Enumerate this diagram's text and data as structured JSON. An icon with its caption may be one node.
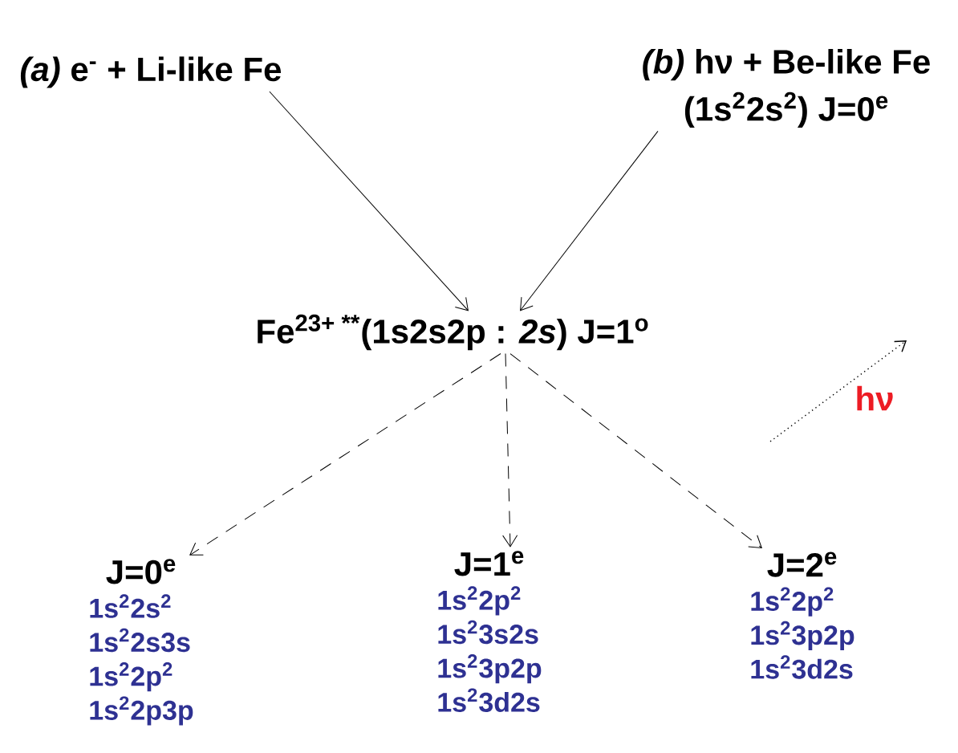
{
  "diagram": {
    "nodes": [
      {
        "text": [
          "*(a)* e$^{-}$ + Li-like Fe"
        ]
      },
      {
        "text": [
          "*(b)* hν +    Be-like Fe",
          "(1s$^{2}$2s$^{2}$) J=0$^{e}$"
        ]
      },
      {
        "text": [
          "Fe$^{23+ **}$(1s2s2p :   *2s*)  J=1$^{o}$"
        ]
      },
      {
        "text": [
          "J=0$^{e}$",
          "1s$^{2}$2s$^{2}$",
          "1s$^{2}$2s3s",
          "1s$^{2}$2p$^{2}$",
          "1s$^{2}$2p3p"
        ]
      },
      {
        "text": [
          "J=1$^{e}$",
          "1s$^{2}$2p$^{2}$",
          "1s$^{2}$3s2s",
          "1s$^{2}$3p2p",
          "1s$^{2}$3d2s"
        ]
      },
      {
        "text": [
          "J=2$^{e}$",
          "1s$^{2}$2p$^{2}$",
          "1s$^{2}$3p2p",
          "1s$^{2}$3d2s"
        ]
      }
    ],
    "edges": [
      {
        "from": 0,
        "to": 2,
        "arrow": "to"
      },
      {
        "from": 1,
        "to": 2,
        "arrow": "to"
      },
      {
        "from": 2,
        "to": 3,
        "arrow": "to",
        "style": "dashed"
      },
      {
        "from": 2,
        "to": 4,
        "arrow": "to",
        "style": "dashed"
      },
      {
        "from": 2,
        "to": 5,
        "arrow": "to",
        "style": "dashed"
      }
    ],
    "labels": [
      "hν"
    ]
  }
}
